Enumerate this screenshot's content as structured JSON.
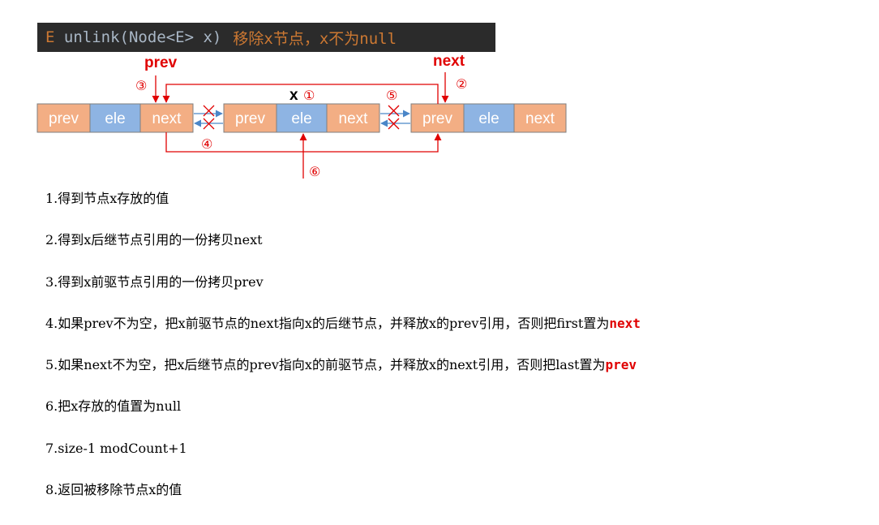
{
  "banner": {
    "return_type": "E",
    "signature": "unlink(Node<E> x)",
    "comment": "移除x节点，x不为null"
  },
  "diagram": {
    "labels": {
      "prev": "prev",
      "next": "next",
      "x": "x",
      "c1": "①",
      "c2": "②",
      "c3": "③",
      "c4": "④",
      "c5": "⑤",
      "c6": "⑥"
    },
    "nodes": [
      {
        "cells": [
          "prev",
          "ele",
          "next"
        ]
      },
      {
        "cells": [
          "prev",
          "ele",
          "next"
        ]
      },
      {
        "cells": [
          "prev",
          "ele",
          "next"
        ]
      }
    ],
    "colors": {
      "pointer_cell": "#f3ae84",
      "value_cell": "#8eb4e3",
      "arrow_red": "#e00000",
      "arrow_blue": "#4a86c8"
    }
  },
  "steps": [
    {
      "text": "1.得到节点x存放的值"
    },
    {
      "text": "2.得到x后继节点引用的一份拷贝next"
    },
    {
      "text": "3.得到x前驱节点引用的一份拷贝prev"
    },
    {
      "text": "4.如果prev不为空，把x前驱节点的next指向x的后继节点，并释放x的prev引用，否则把first置为",
      "highlight": "next"
    },
    {
      "text": "5.如果next不为空，把x后继节点的prev指向x的前驱节点，并释放x的next引用，否则把last置为",
      "highlight": "prev"
    },
    {
      "text": "6.把x存放的值置为null"
    },
    {
      "text": "7.size-1 modCount+1"
    },
    {
      "text": "8.返回被移除节点x的值"
    }
  ]
}
